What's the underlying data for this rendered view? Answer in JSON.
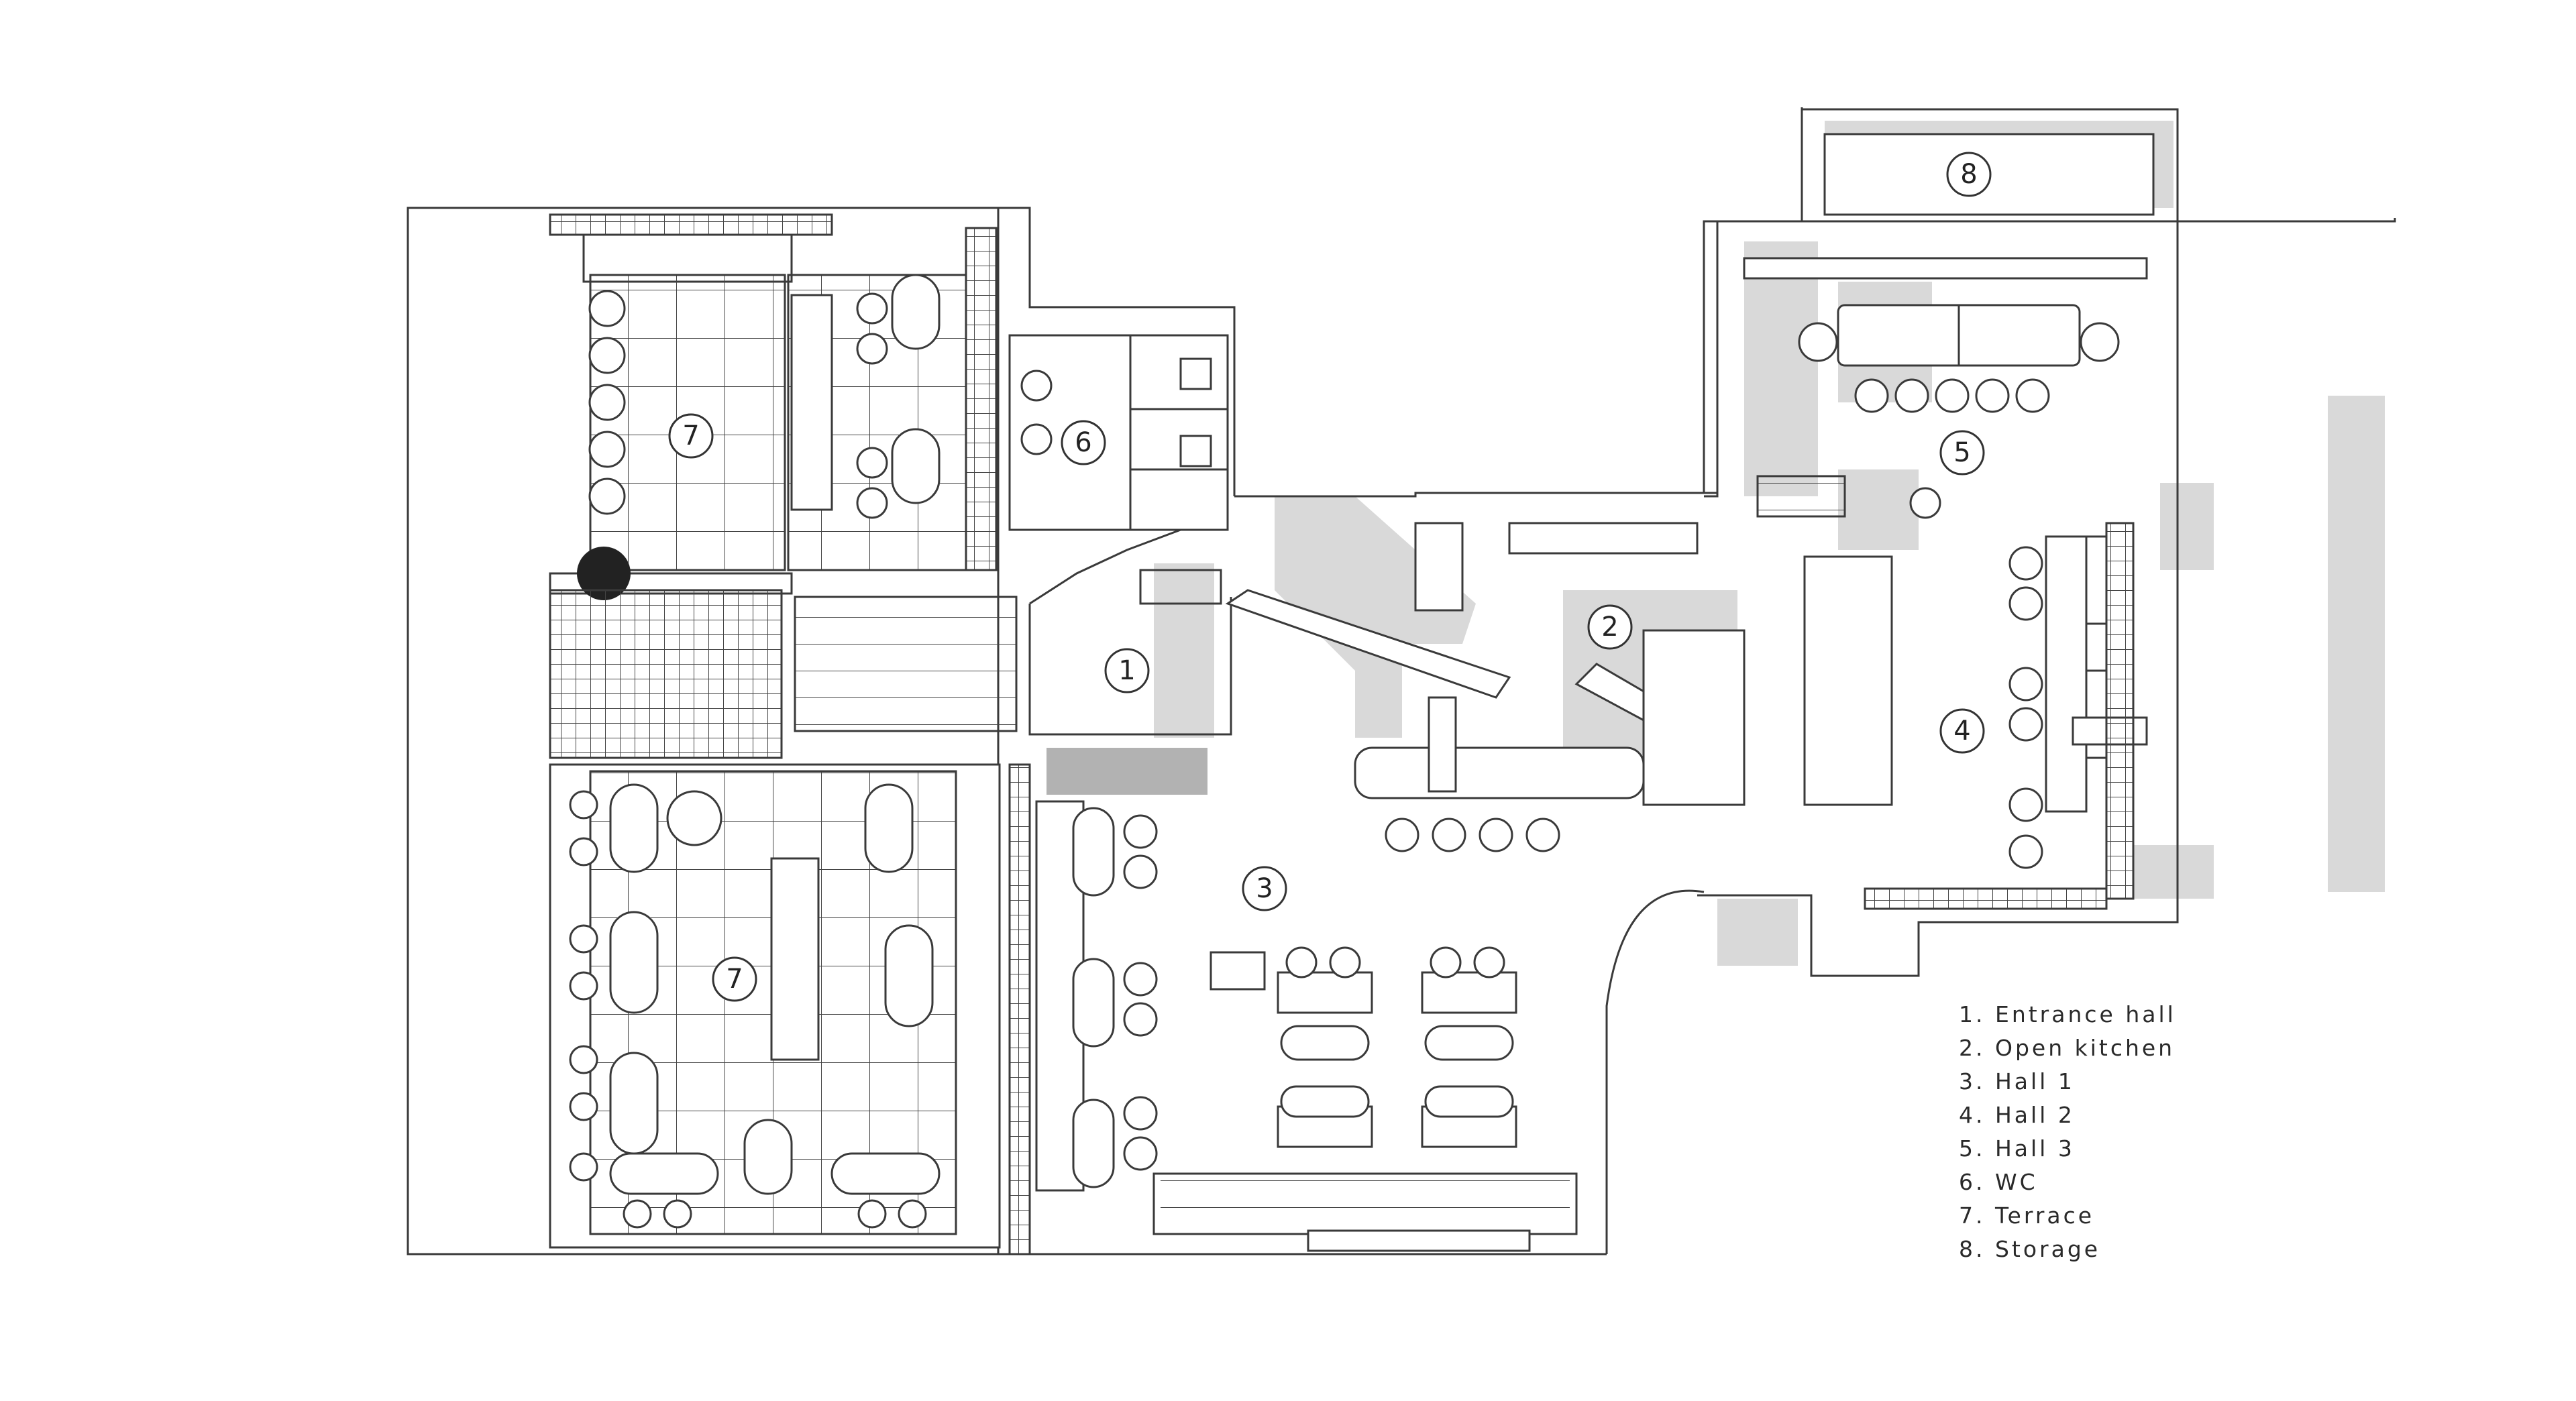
{
  "rooms": [
    {
      "number": "1",
      "name": "Entrance hall"
    },
    {
      "number": "2",
      "name": "Open kitchen"
    },
    {
      "number": "3",
      "name": "Hall 1"
    },
    {
      "number": "4",
      "name": "Hall 2"
    },
    {
      "number": "5",
      "name": "Hall 3"
    },
    {
      "number": "6",
      "name": "WC"
    },
    {
      "number": "7",
      "name": "Terrace"
    },
    {
      "number": "8",
      "name": "Storage"
    }
  ],
  "legend": [
    "1. Entrance hall",
    "2. Open kitchen",
    "3. Hall 1",
    "4. Hall 2",
    "5. Hall 3",
    "6. WC",
    "7. Terrace",
    "8. Storage"
  ],
  "colors": {
    "line": "#3a3a3a",
    "shadow": "#d9d9d9",
    "background": "#ffffff"
  }
}
